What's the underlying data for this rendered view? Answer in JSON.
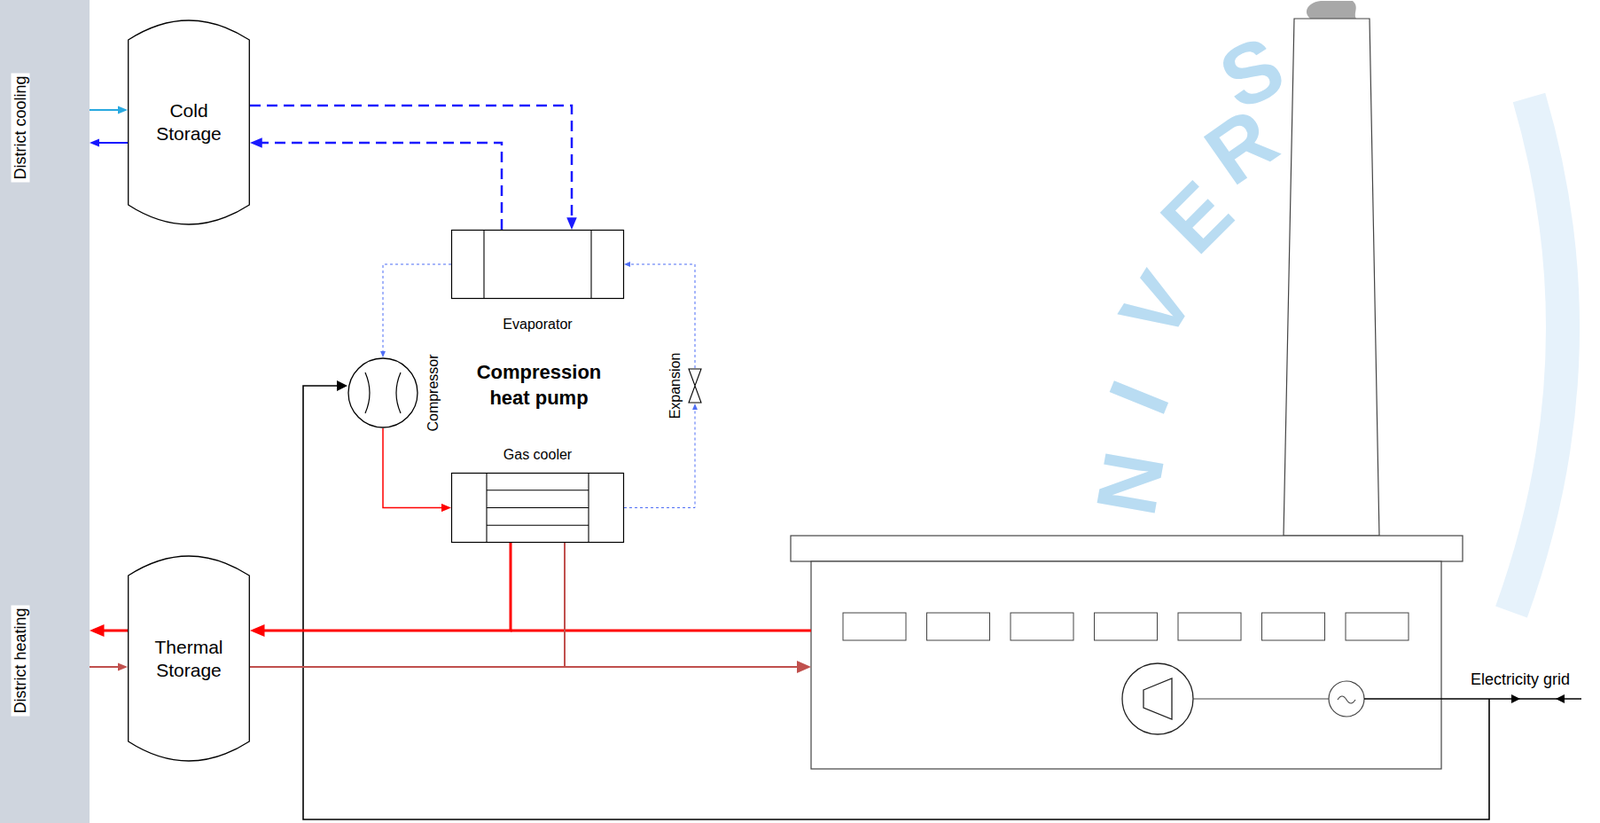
{
  "diagram": {
    "nodes": [
      {
        "text": [
          "District cooling",
          "District heating"
        ]
      },
      {
        "text": [
          "Cold Storage"
        ]
      },
      {
        "text": [
          "Evaporator"
        ]
      },
      {
        "text": [
          "Compressor"
        ]
      },
      {
        "text": [
          "Expansion"
        ]
      },
      {
        "text": [
          "Gas cooler"
        ]
      },
      {
        "text": [
          "Thermal Storage"
        ]
      }
    ],
    "edges": [
      {
        "from": 0,
        "to": 1,
        "arrow": "to"
      },
      {
        "from": 1,
        "to": 0,
        "arrow": "to"
      },
      {
        "from": 1,
        "to": 2,
        "arrow": "to"
      },
      {
        "from": 2,
        "to": 1,
        "arrow": "to"
      },
      {
        "from": 2,
        "to": 3,
        "arrow": "to"
      },
      {
        "from": 3,
        "to": 5,
        "arrow": "to"
      },
      {
        "from": 5,
        "to": 4,
        "arrow": "to"
      },
      {
        "from": 4,
        "to": 2,
        "arrow": "to"
      },
      {
        "from": 5,
        "to": 6,
        "arrow": "to"
      },
      {
        "from": 6,
        "to": 5,
        "arrow": "none"
      },
      {
        "from": 6,
        "to": 0,
        "arrow": "to"
      },
      {
        "from": 0,
        "to": 6,
        "arrow": "to"
      }
    ],
    "labels": [
      "Compression heat pump",
      "Electricity grid",
      "N",
      "I",
      "V",
      "E",
      "R",
      "S"
    ]
  }
}
